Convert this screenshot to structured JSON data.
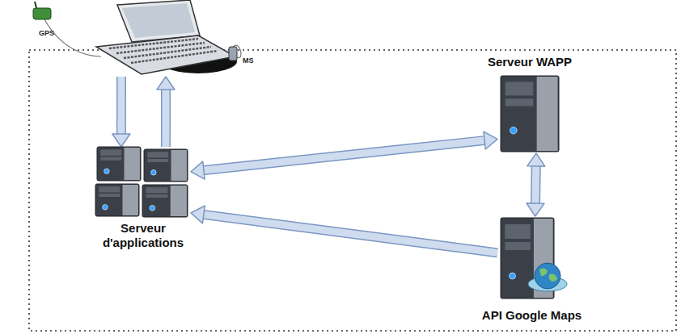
{
  "diagram": {
    "nodes": [
      {
        "text": [
          "GPS",
          "MS"
        ]
      },
      {
        "text": [
          "Serveur WAPP"
        ]
      },
      {
        "text": [
          "Serveur d'applications"
        ]
      },
      {
        "text": [
          "API Google Maps"
        ]
      }
    ],
    "edges": [
      {
        "from": 0,
        "to": 2,
        "arrow": "to"
      },
      {
        "from": 2,
        "to": 0,
        "arrow": "to"
      },
      {
        "from": 2,
        "to": 1,
        "arrow": "both"
      },
      {
        "from": 1,
        "to": 3,
        "arrow": "both"
      },
      {
        "from": 3,
        "to": 2,
        "arrow": "to"
      }
    ]
  }
}
